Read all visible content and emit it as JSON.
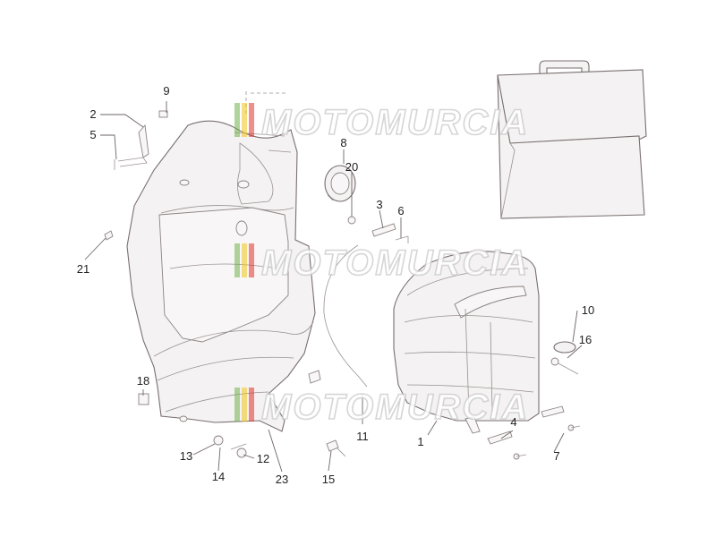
{
  "watermark": {
    "text": "MOTOMURCIA",
    "colors": {
      "green": "#6fb24a",
      "yellow": "#f0c419",
      "red": "#e2322b"
    }
  },
  "callouts": [
    {
      "id": "1",
      "label": "1"
    },
    {
      "id": "2",
      "label": "2"
    },
    {
      "id": "3",
      "label": "3"
    },
    {
      "id": "4",
      "label": "4"
    },
    {
      "id": "5",
      "label": "5"
    },
    {
      "id": "6",
      "label": "6"
    },
    {
      "id": "7",
      "label": "7"
    },
    {
      "id": "8",
      "label": "8"
    },
    {
      "id": "9",
      "label": "9"
    },
    {
      "id": "10",
      "label": "10"
    },
    {
      "id": "11",
      "label": "11"
    },
    {
      "id": "12",
      "label": "12"
    },
    {
      "id": "13",
      "label": "13"
    },
    {
      "id": "14",
      "label": "14"
    },
    {
      "id": "15",
      "label": "15"
    },
    {
      "id": "16",
      "label": "16"
    },
    {
      "id": "18",
      "label": "18"
    },
    {
      "id": "20",
      "label": "20"
    },
    {
      "id": "21",
      "label": "21"
    },
    {
      "id": "23",
      "label": "23"
    }
  ],
  "colors": {
    "line": "#7a6f70",
    "fill": "#f4f2f2",
    "text": "#222222"
  }
}
